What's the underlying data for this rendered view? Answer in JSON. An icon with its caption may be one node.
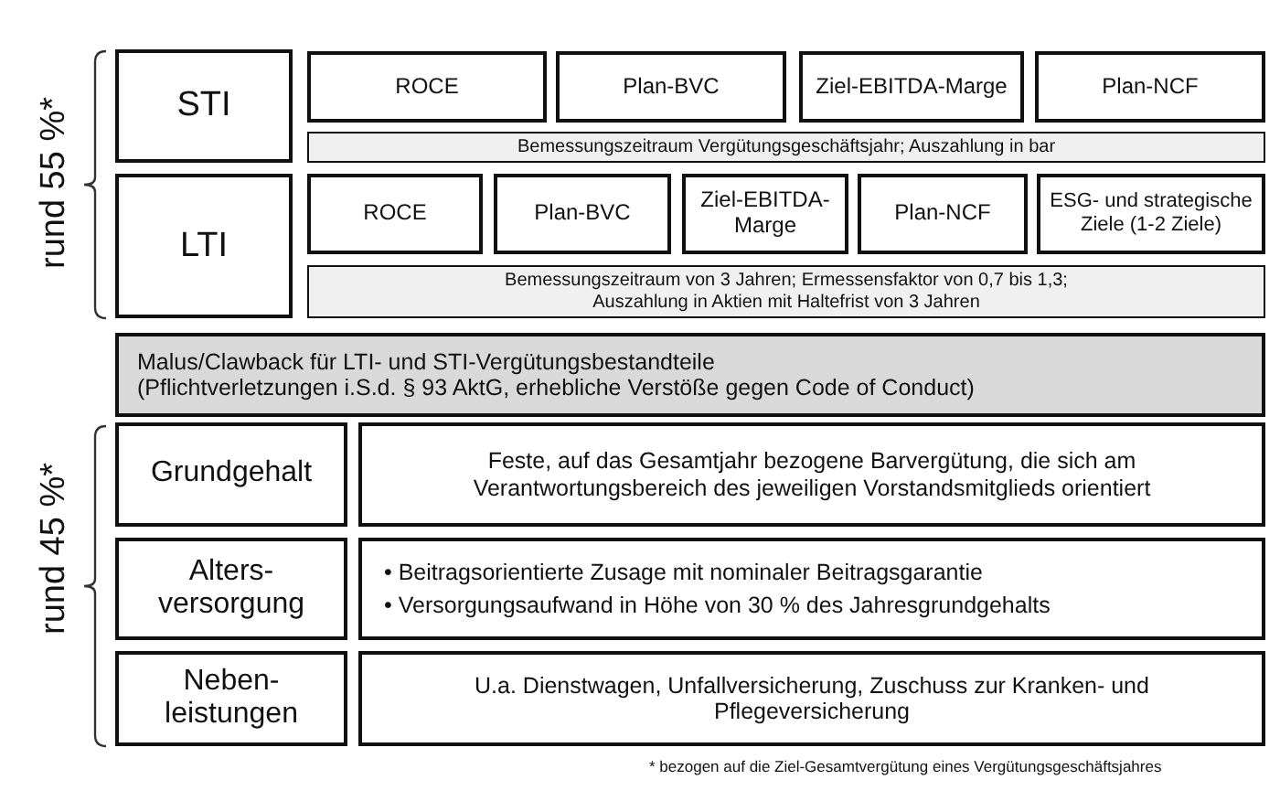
{
  "diagram": {
    "nodes": [
      {
        "text": [
          "STI"
        ]
      },
      {
        "text": [
          "ROCE"
        ]
      },
      {
        "text": [
          "Plan-BVC"
        ]
      },
      {
        "text": [
          "Ziel-EBITDA-Marge"
        ]
      },
      {
        "text": [
          "Plan-NCF"
        ]
      },
      {
        "text": [
          "Bemessungszeitraum Vergütungsgeschäftsjahr; Auszahlung in bar"
        ]
      },
      {
        "text": [
          "LTI"
        ]
      },
      {
        "text": [
          "ROCE"
        ]
      },
      {
        "text": [
          "Plan-BVC"
        ]
      },
      {
        "text": [
          "Ziel-EBITDA- Marge"
        ]
      },
      {
        "text": [
          "Plan-NCF"
        ]
      },
      {
        "text": [
          "ESG- und strategische Ziele (1-2 Ziele)"
        ]
      },
      {
        "text": [
          "Bemessungszeitraum von 3 Jahren; Ermessensfaktor von 0,7 bis 1,3; Auszahlung in Aktien mit Haltefrist von 3 Jahren"
        ]
      },
      {
        "text": [
          "Malus/Clawback für LTI- und STI-Vergütungsbestandteile",
          "(Pflichtverletzungen i.S.d. § 93 AktG, erhebliche Verstöße gegen Code of Conduct)"
        ]
      },
      {
        "text": [
          "Grundgehalt"
        ]
      },
      {
        "text": [
          "Feste, auf das Gesamtjahr bezogene Barvergütung, die sich am Verantwortungsbereich des jeweiligen Vorstandsmitglieds orientiert"
        ]
      },
      {
        "text": [
          "Alters- versorgung"
        ]
      },
      {
        "text": [
          "• Beitragsorientierte Zusage mit nominaler Beitragsgarantie",
          "• Versorgungsaufwand in Höhe von 30 % des Jahresgrundgehalts"
        ]
      },
      {
        "text": [
          "Neben- leistungen"
        ]
      },
      {
        "text": [
          "U.a. Dienstwagen, Unfallversicherung, Zuschuss zur Kranken- und Pflegeversicherung"
        ]
      }
    ],
    "edges": [],
    "labels": [
      "rund 55 %*",
      "rund 45 %*",
      "* bezogen auf die Ziel-Gesamtvergütung eines Vergütungsgeschäftsjahres"
    ]
  }
}
